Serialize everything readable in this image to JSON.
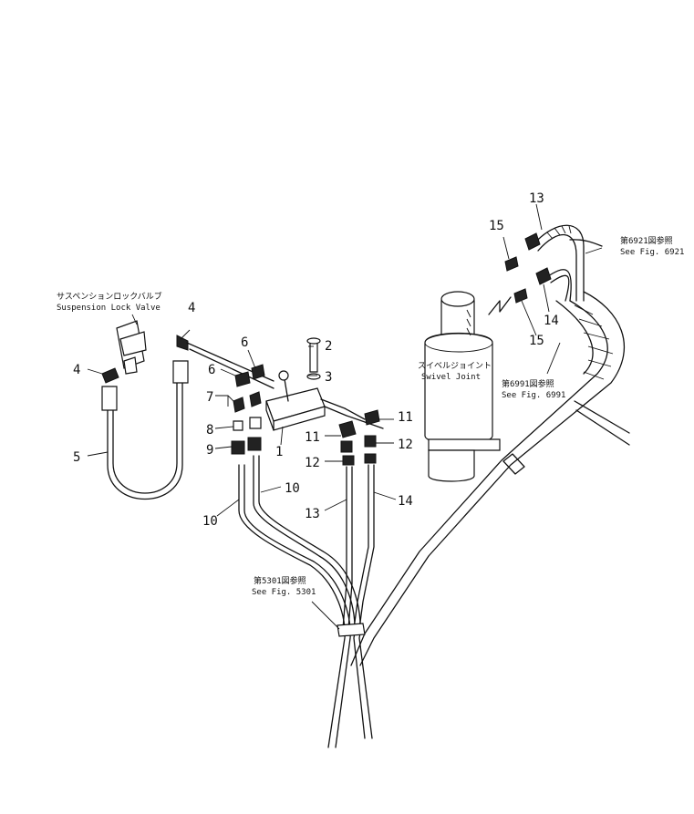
{
  "callouts": {
    "n1": "1",
    "n2": "2",
    "n3": "3",
    "n4a": "4",
    "n4b": "4",
    "n5": "5",
    "n6a": "6",
    "n6b": "6",
    "n7": "7",
    "n8": "8",
    "n9": "9",
    "n10a": "10",
    "n10b": "10",
    "n11a": "11",
    "n11b": "11",
    "n12a": "12",
    "n12b": "12",
    "n13a": "13",
    "n13b": "13",
    "n14a": "14",
    "n14b": "14",
    "n15a": "15",
    "n15b": "15"
  },
  "notes": {
    "lock_valve_jp": "サスペンションロックバルブ",
    "lock_valve_en": "Suspension Lock Valve",
    "swivel_jp": "スイベルジョイント",
    "swivel_en": "Swivel Joint",
    "ref6921_jp": "第6921図参照",
    "ref6921_en": "See Fig. 6921",
    "ref6991_jp": "第6991図参照",
    "ref6991_en": "See Fig. 6991",
    "ref5301_jp": "第5301図参照",
    "ref5301_en": "See Fig. 5301"
  }
}
